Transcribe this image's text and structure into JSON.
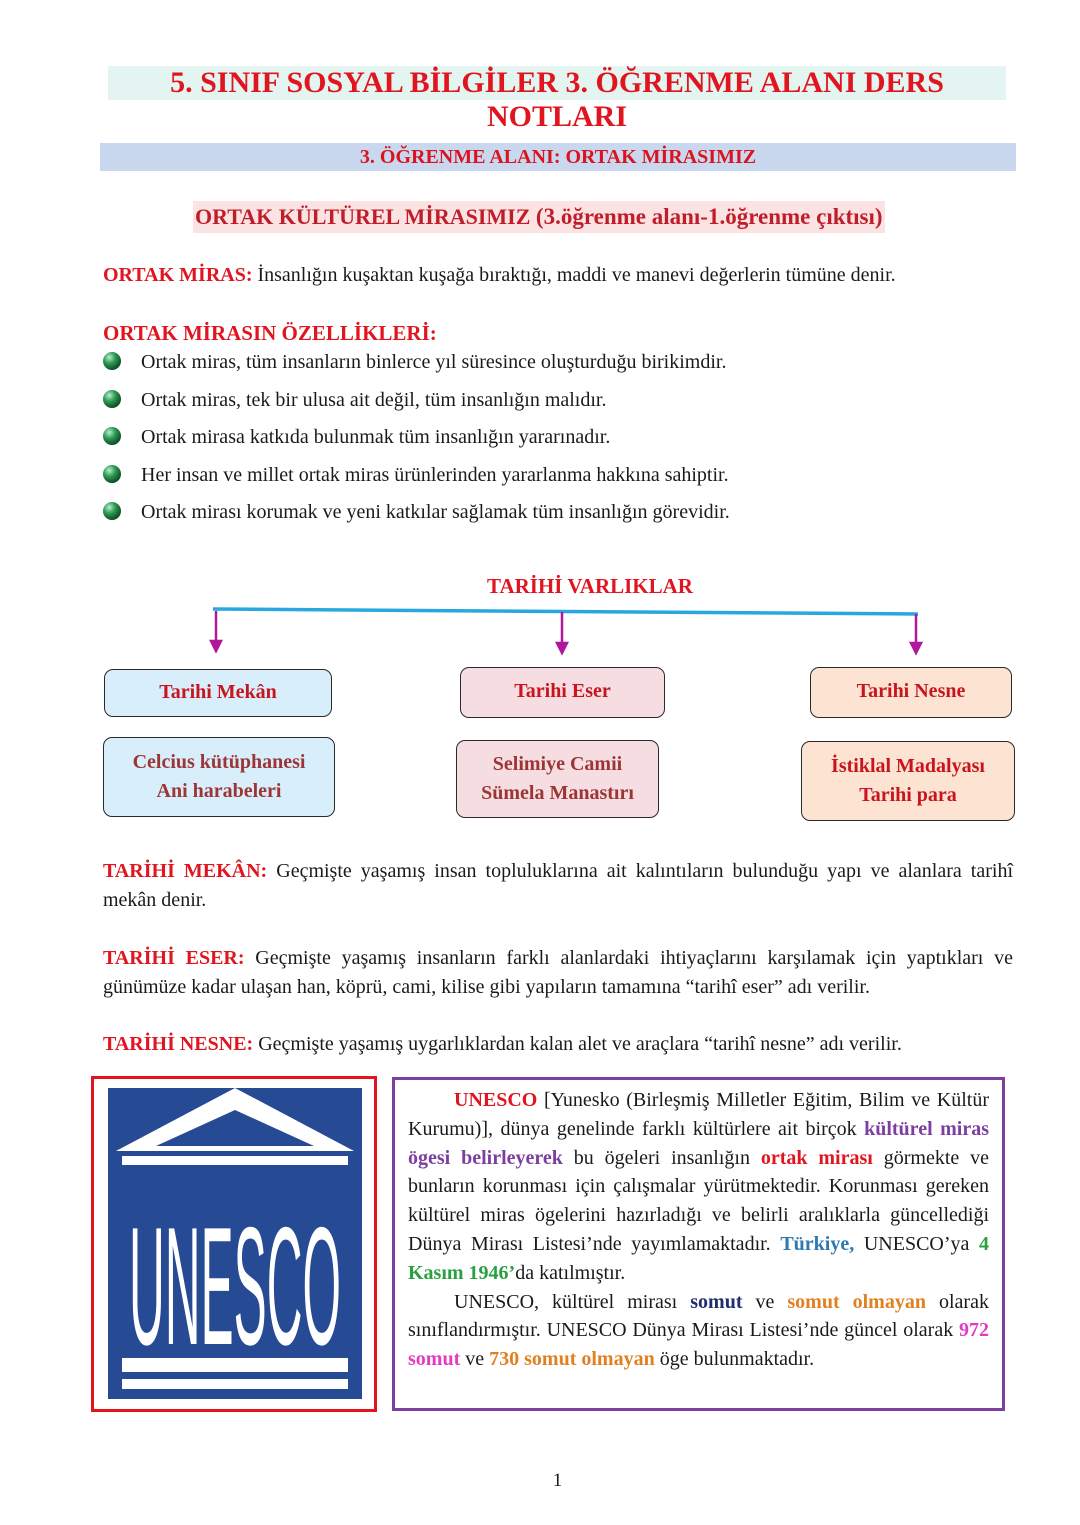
{
  "header": {
    "title": "5. SINIF SOSYAL BİLGİLER 3. ÖĞRENME ALANI DERS NOTLARI",
    "section": "3. ÖĞRENME ALANI: ORTAK MİRASIMIZ",
    "subtitle_a": "ORTAK KÜLTÜREL MİRASIMIZ ",
    "subtitle_b": "(3.öğrenme alanı-1.öğrenme çıktısı)"
  },
  "definition": {
    "term": "ORTAK MİRAS:",
    "text": " İnsanlığın kuşaktan kuşağa bıraktığı, maddi ve manevi değerlerin tümüne denir."
  },
  "features": {
    "heading": "ORTAK MİRASIN ÖZELLİKLERİ:",
    "items": [
      "Ortak miras, tüm insanların binlerce yıl süresince oluşturduğu birikimdir.",
      "Ortak miras, tek bir ulusa ait değil, tüm insanlığın malıdır.",
      "Ortak mirasa katkıda bulunmak tüm insanlığın yararınadır.",
      "Her insan ve millet ortak miras ürünlerinden yararlanma hakkına sahiptir.",
      "Ortak mirası korumak ve yeni katkılar sağlamak tüm insanlığın görevidir."
    ]
  },
  "tree": {
    "title": "TARİHİ VARLIKLAR",
    "branches": [
      {
        "label": "Tarihi Mekân",
        "line1": "Celcius kütüphanesi",
        "line2": "Ani harabeleri"
      },
      {
        "label": "Tarihi Eser",
        "line1": "Selimiye Camii",
        "line2": "Sümela Manastırı"
      },
      {
        "label": "Tarihi Nesne",
        "line1": "İstiklal Madalyası",
        "line2": "Tarihi para"
      }
    ]
  },
  "definitions": [
    {
      "term": "TARİHİ MEKÂN:",
      "text": " Geçmişte yaşamış insan topluluklarına ait kalıntıların bulunduğu yapı ve alanlara tarihî mekân denir."
    },
    {
      "term": "TARİHİ ESER:",
      "text": " Geçmişte yaşamış insanların farklı alanlardaki ihtiyaçlarını karşılamak için yaptıkları ve günümüze kadar ulaşan han, köprü, cami, kilise gibi yapıların tamamına “tarihî eser” adı verilir."
    },
    {
      "term": "TARİHİ NESNE:",
      "text": " Geçmişte yaşamış uygarlıklardan kalan alet ve araçlara “tarihî nesne” adı verilir."
    }
  ],
  "unesco": {
    "logo_text": "UNESCO",
    "p1": {
      "s1": "UNESCO",
      "s2": " [Yunesko (Birleşmiş Milletler Eğitim, Bilim ve Kültür Kurumu)], dünya genelinde farklı kültürlere ait birçok ",
      "s3": "kültürel miras ögesi belirleyerek",
      "s4": " bu ögeleri insanlığın ",
      "s5": "ortak mirası",
      "s6": " görmekte ve bunların korunması için çalışmalar yürütmektedir. Korunması gereken kültürel miras ögelerini hazırladığı ve belirli aralıklarla güncellediği Dünya Mirası Listesi’nde yayımlamaktadır. ",
      "s7": "Türkiye,",
      "s8": " UNESCO’ya ",
      "s9": "4 Kasım 1946’",
      "s10": "da katılmıştır."
    },
    "p2": {
      "s1": "UNESCO, kültürel mirası ",
      "s2": "somut",
      "s3": " ve ",
      "s4": "somut olmayan",
      "s5": " olarak sınıflandırmıştır. UNESCO Dünya Mirası Listesi’nde güncel olarak ",
      "s6": "972 somut",
      "s7": " ve ",
      "s8": "730 somut olmayan",
      "s9": " öge bulunmaktadır."
    }
  },
  "page_number": "1",
  "colors": {
    "accent_red": "#e0151f",
    "tree_line": "#29a8e0",
    "tree_arrow": "#b0189c",
    "unesco_blue": "#264a94",
    "frame_purple": "#7b3fa0"
  }
}
